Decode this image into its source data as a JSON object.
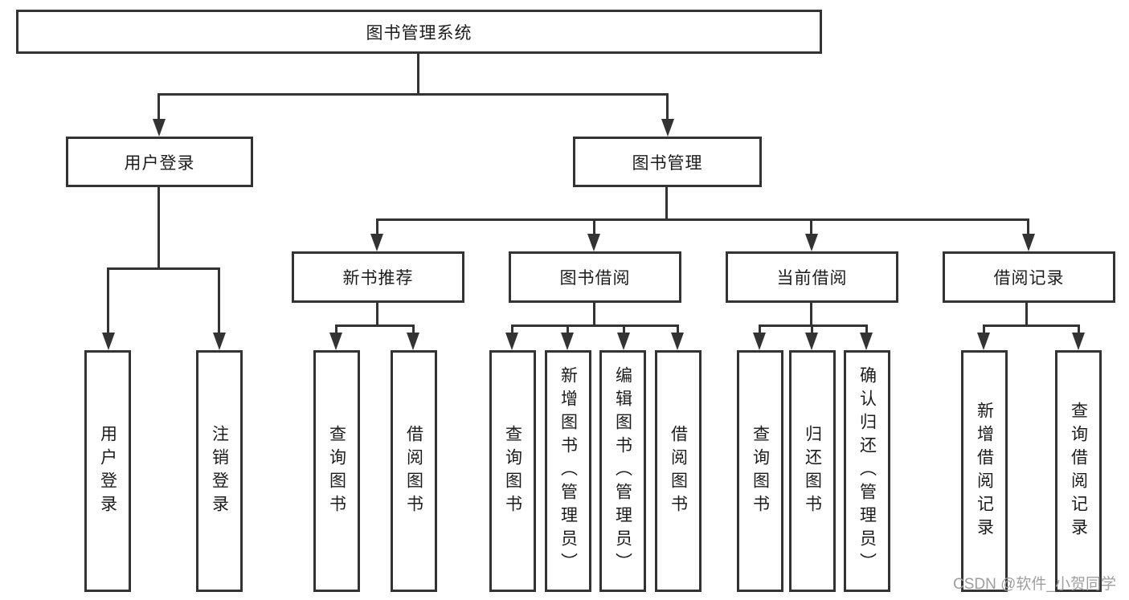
{
  "diagram_title": "图书管理系统",
  "tree": {
    "label": "图书管理系统",
    "children": [
      {
        "label": "用户登录",
        "children": [
          {
            "label": "用户登录"
          },
          {
            "label": "注销登录"
          }
        ]
      },
      {
        "label": "图书管理",
        "children": [
          {
            "label": "新书推荐",
            "children": [
              {
                "label": "查询图书"
              },
              {
                "label": "借阅图书"
              }
            ]
          },
          {
            "label": "图书借阅",
            "children": [
              {
                "label": "查询图书"
              },
              {
                "label": "新增图书（管理员）"
              },
              {
                "label": "编辑图书（管理员）"
              },
              {
                "label": "借阅图书"
              }
            ]
          },
          {
            "label": "当前借阅",
            "children": [
              {
                "label": "查询图书"
              },
              {
                "label": "归还图书"
              },
              {
                "label": "确认归还（管理员）"
              }
            ]
          },
          {
            "label": "借阅记录",
            "children": [
              {
                "label": "新增借阅记录"
              },
              {
                "label": "查询借阅记录"
              }
            ]
          }
        ]
      }
    ]
  },
  "watermark": {
    "text": "CSDN @软件_小贺同学"
  },
  "colors": {
    "line": "#333333",
    "text": "#1c1c1c",
    "watermark": "#9f9f9f",
    "background": "#ffffff"
  }
}
